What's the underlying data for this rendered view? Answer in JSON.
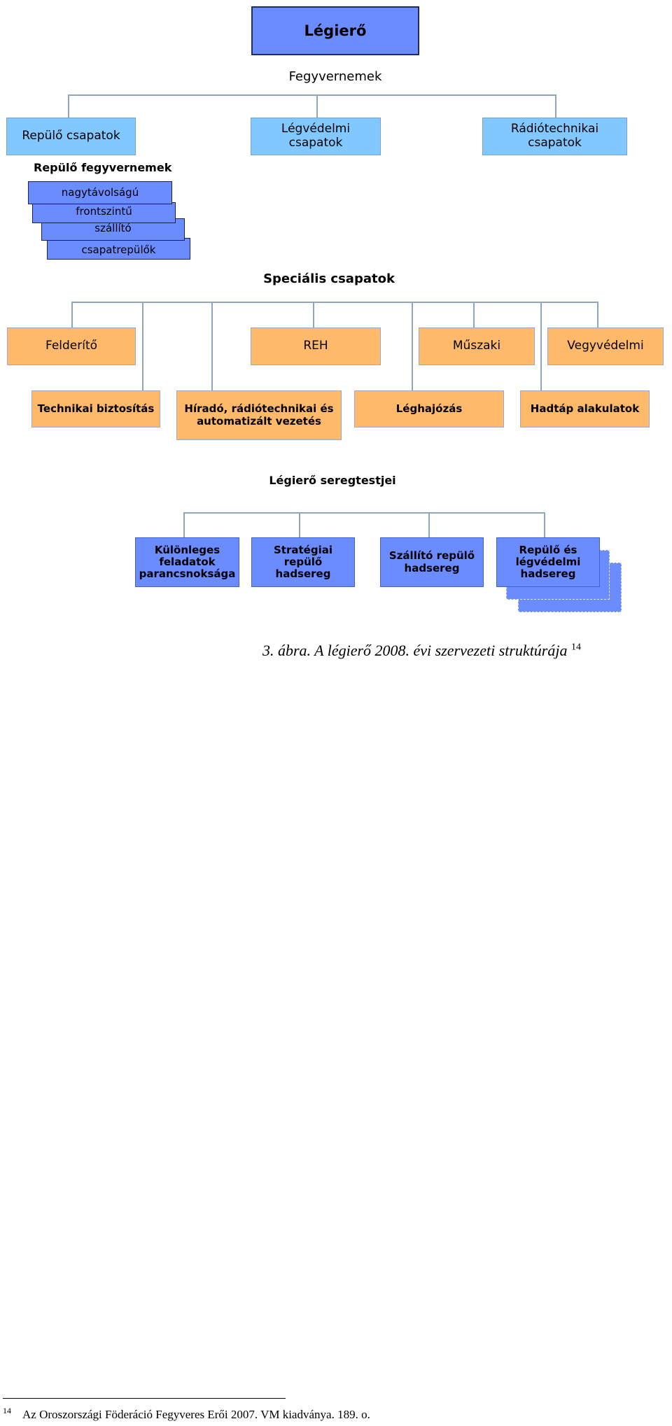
{
  "root": {
    "label": "Légierő"
  },
  "fegyvernemek": {
    "heading": "Fegyvernemek",
    "items": [
      "Repülő csapatok",
      "Légvédelmi csapatok",
      "Rádiótechnikai csapatok"
    ]
  },
  "repulo_fegyvernemek": {
    "heading": "Repülő fegyvernemek",
    "items": [
      "nagytávolságú",
      "frontszintű",
      "szállító",
      "csapatrepülők"
    ]
  },
  "specialis": {
    "heading": "Speciális csapatok",
    "row1": [
      "Felderítő",
      "REH",
      "Műszaki",
      "Vegyvédelmi"
    ],
    "row2": [
      "Technikai biztosítás",
      "Híradó, rádiótechnikai és automatizált vezetés",
      "Léghajózás",
      "Hadtáp alakulatok"
    ]
  },
  "seregtestjei": {
    "heading": "Légierő seregtestjei",
    "items": [
      "Különleges feladatok parancsnoksága",
      "Stratégiai repülő hadsereg",
      "Szállító repülő hadsereg",
      "Repülő és légvédelmi hadsereg"
    ]
  },
  "caption": {
    "text": "3. ábra. A légierő 2008. évi szervezeti struktúrája",
    "ref": "14"
  },
  "footnote": {
    "number": "14",
    "text": "Az Oroszországi Föderáció Fegyveres Erői 2007. VM kiadványa. 189. o."
  },
  "colors": {
    "royal": "#6b8cff",
    "sky": "#80c8ff",
    "orange": "#ffb96b",
    "connector": "#8fa6bd"
  }
}
